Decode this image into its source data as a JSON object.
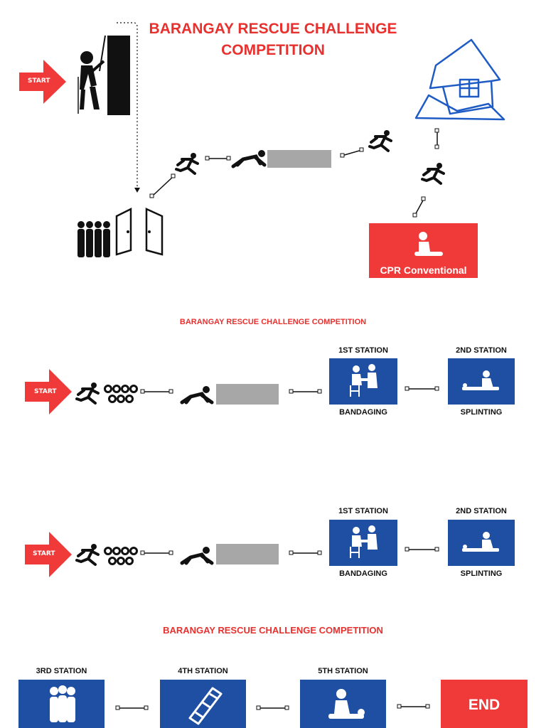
{
  "section1": {
    "title_line1": "BARANGAY RESCUE CHALLENGE",
    "title_line2": "COMPETITION",
    "start_label": "START",
    "cpr_label": "CPR Conventional"
  },
  "section2": {
    "title": "BARANGAY RESCUE CHALLENGE COMPETITION",
    "start_label": "START",
    "station1_heading": "1ST STATION",
    "station1_label": "BANDAGING",
    "station2_heading": "2ND STATION",
    "station2_label": "SPLINTING"
  },
  "section3": {
    "start_label": "START",
    "station1_heading": "1ST STATION",
    "station1_label": "BANDAGING",
    "station2_heading": "2ND STATION",
    "station2_label": "SPLINTING"
  },
  "section4": {
    "title": "BARANGAY RESCUE CHALLENGE COMPETITION",
    "station3_heading": "3RD STATION",
    "station4_heading": "4TH STATION",
    "station5_heading": "5TH STATION",
    "end_label": "END"
  },
  "colors": {
    "accent_red": "#e8312f",
    "station_blue": "#1e4fa3",
    "gray_block": "#a7a7a7",
    "house_blue": "#1f5bc4"
  }
}
